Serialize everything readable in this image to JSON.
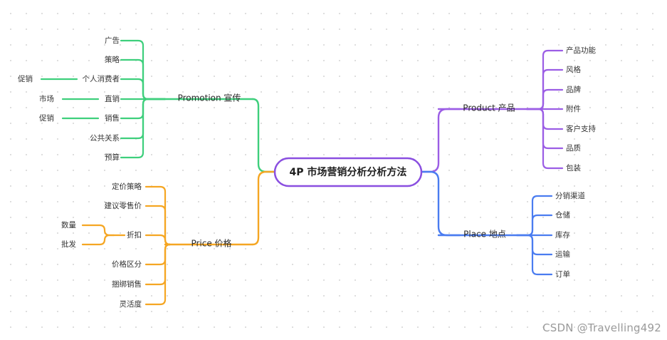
{
  "root": {
    "label": "4P 市场营销分析分析方法"
  },
  "branches": {
    "promotion": {
      "label": "Promotion 宣传",
      "color": "#3ecf7c",
      "items": [
        "广告",
        "策略",
        "个人消费者",
        "直销",
        "销售",
        "公共关系",
        "预算"
      ],
      "subs": [
        {
          "parent": "个人消费者",
          "label": "促销"
        },
        {
          "parent": "直销",
          "label": "市场"
        },
        {
          "parent": "销售",
          "label": "促销"
        }
      ]
    },
    "price": {
      "label": "Price 价格",
      "color": "#f5a623",
      "items": [
        "定价策略",
        "建议零售价",
        "折扣",
        "价格区分",
        "捆绑销售",
        "灵活度"
      ],
      "subs": [
        {
          "parent": "折扣",
          "label": "数量"
        },
        {
          "parent": "折扣",
          "label": "批发"
        }
      ]
    },
    "product": {
      "label": "Product 产品",
      "color": "#9b5de5",
      "items": [
        "产品功能",
        "风格",
        "品牌",
        "附件",
        "客户支持",
        "品质",
        "包装"
      ]
    },
    "place": {
      "label": "Place 地点",
      "color": "#4a7cf0",
      "items": [
        "分销渠道",
        "仓储",
        "库存",
        "运输",
        "订单"
      ]
    }
  },
  "watermark": "CSDN @Travelling492"
}
